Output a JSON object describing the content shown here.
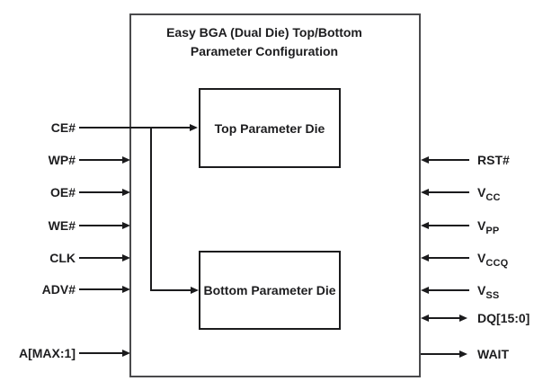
{
  "diagram": {
    "title_line1": "Easy BGA (Dual Die) Top/Bottom",
    "title_line2": "Parameter Configuration",
    "blocks": {
      "top_die": "Top Parameter Die",
      "bottom_die": "Bottom Parameter Die"
    },
    "signals": {
      "left": [
        {
          "label": "CE#",
          "direction": "in"
        },
        {
          "label": "WP#",
          "direction": "in"
        },
        {
          "label": "OE#",
          "direction": "in"
        },
        {
          "label": "WE#",
          "direction": "in"
        },
        {
          "label": "CLK",
          "direction": "in"
        },
        {
          "label": "ADV#",
          "direction": "in"
        },
        {
          "label": "A[MAX:1]",
          "direction": "in"
        }
      ],
      "right": [
        {
          "base": "RST#",
          "sub": "",
          "direction": "in"
        },
        {
          "base": "V",
          "sub": "CC",
          "direction": "in"
        },
        {
          "base": "V",
          "sub": "PP",
          "direction": "in"
        },
        {
          "base": "V",
          "sub": "CCQ",
          "direction": "in"
        },
        {
          "base": "V",
          "sub": "SS",
          "direction": "in"
        },
        {
          "base": "DQ[15:0]",
          "sub": "",
          "direction": "bidirectional"
        },
        {
          "base": "WAIT",
          "sub": "",
          "direction": "out"
        }
      ]
    },
    "colors": {
      "background": "#ffffff",
      "line": "#1b1b1d",
      "outer_border": "#4a4a4c"
    }
  }
}
